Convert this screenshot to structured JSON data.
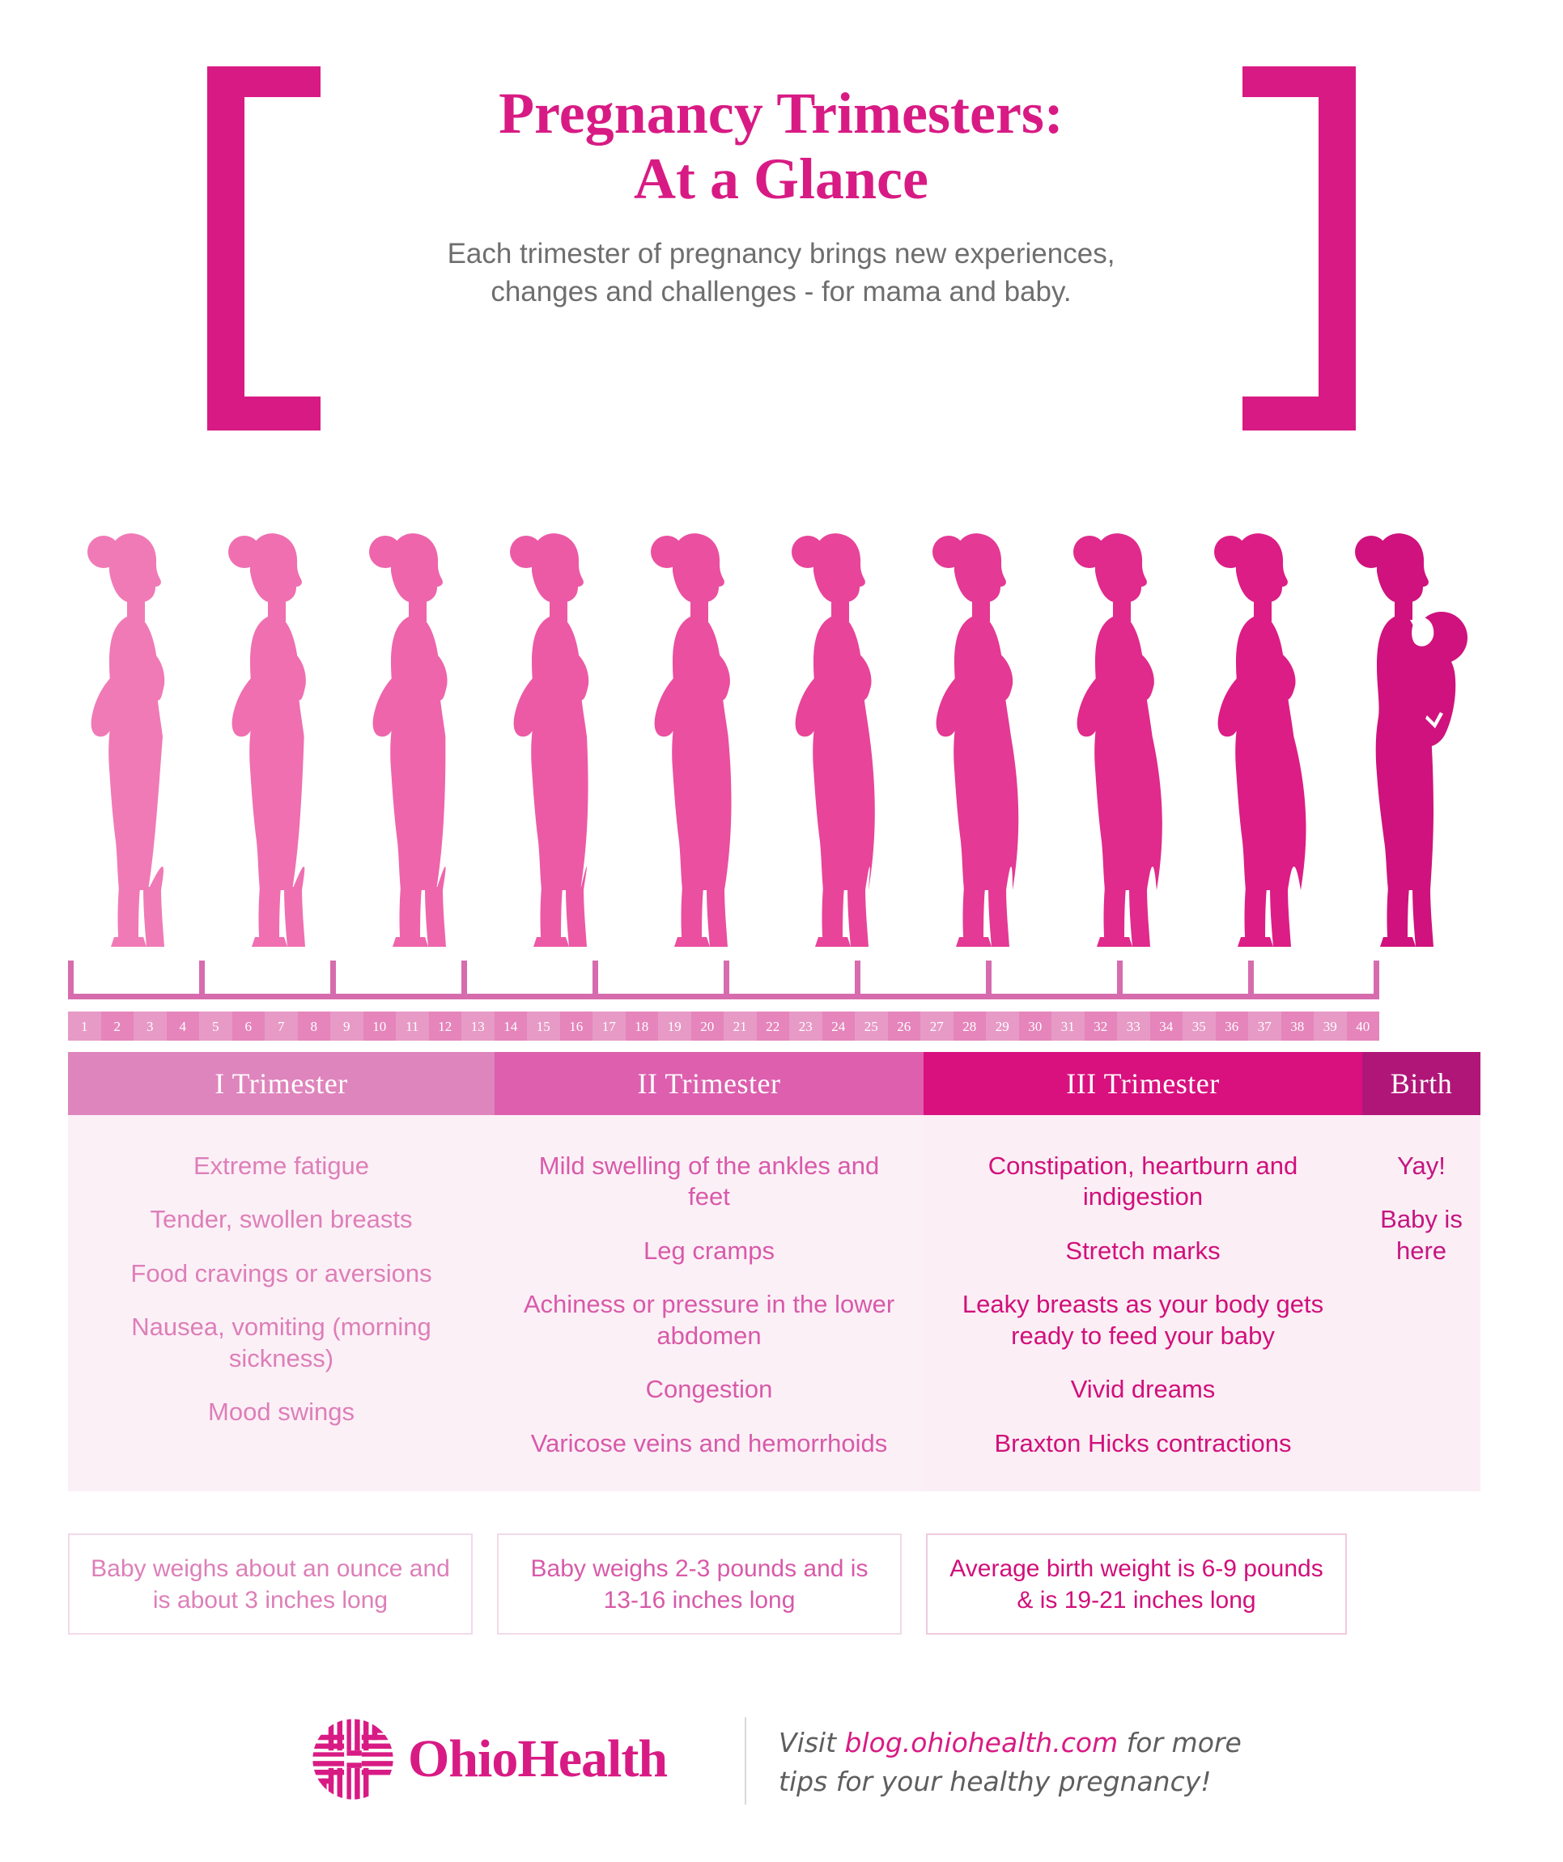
{
  "header": {
    "title_line1": "Pregnancy Trimesters:",
    "title_line2": "At a Glance",
    "subtitle_line1": "Each trimester of pregnancy brings new experiences,",
    "subtitle_line2": "changes and challenges - for mama and baby.",
    "bracket_color": "#d81b84",
    "title_color": "#d81b84",
    "subtitle_color": "#6e6e6e"
  },
  "timeline": {
    "weeks": [
      "1",
      "2",
      "3",
      "4",
      "5",
      "6",
      "7",
      "8",
      "9",
      "10",
      "11",
      "12",
      "13",
      "14",
      "15",
      "16",
      "17",
      "18",
      "19",
      "20",
      "21",
      "22",
      "23",
      "24",
      "25",
      "26",
      "27",
      "28",
      "29",
      "30",
      "31",
      "32",
      "33",
      "34",
      "35",
      "36",
      "37",
      "38",
      "39",
      "40"
    ],
    "week_colors": {
      "light": "#e79ac6",
      "dark": "#e585bb"
    },
    "tick_color": "#d66cad",
    "tick_count": 10
  },
  "figures": {
    "count": 10,
    "colors": [
      "#f07ab6",
      "#ef6fb1",
      "#ee65ab",
      "#ec5aa6",
      "#ea4fa0",
      "#e8449a",
      "#e43994",
      "#e02a8c",
      "#dc1d86",
      "#cf127d"
    ],
    "last_has_baby": true
  },
  "table": {
    "headers": [
      {
        "label": "I Trimester",
        "color": "#df85bd"
      },
      {
        "label": "II Trimester",
        "color": "#dd5fae"
      },
      {
        "label": "III Trimester",
        "color": "#d9117f"
      },
      {
        "label": "Birth",
        "color": "#b01678"
      }
    ],
    "columns": [
      {
        "name": "trimester-1",
        "text_color": "#dd7fb8",
        "symptoms": [
          "Extreme fatigue",
          "Tender, swollen breasts",
          "Food cravings or aversions",
          "Nausea, vomiting (morning sickness)",
          "Mood swings"
        ]
      },
      {
        "name": "trimester-2",
        "text_color": "#d85aa9",
        "symptoms": [
          "Mild swelling of the ankles and feet",
          "Leg cramps",
          "Achiness or pressure in the lower abdomen",
          "Congestion",
          "Varicose veins and hemorrhoids"
        ]
      },
      {
        "name": "trimester-3",
        "text_color": "#d1107b",
        "symptoms": [
          "Constipation, heartburn and indigestion",
          "Stretch marks",
          "Leaky breasts as your body gets ready to feed your baby",
          "Vivid dreams",
          "Braxton Hicks contractions"
        ]
      },
      {
        "name": "birth",
        "text_color": "#c51581",
        "symptoms": [
          "Yay!",
          "Baby is here"
        ]
      }
    ]
  },
  "weight_boxes": [
    {
      "name": "weight-trimester-1",
      "text": "Baby weighs about an ounce and is about 3 inches long",
      "color": "#dd7fb8"
    },
    {
      "name": "weight-trimester-2",
      "text": "Baby weighs 2-3 pounds and is 13-16 inches long",
      "color": "#d85aa9"
    },
    {
      "name": "weight-trimester-3",
      "text": "Average birth weight is 6-9 pounds & is 19-21 inches long",
      "color": "#d1107b"
    }
  ],
  "footer": {
    "logo_name": "OhioHealth",
    "logo_color": "#d81b84",
    "visit_prefix": "Visit ",
    "visit_url": "blog.ohiohealth.com",
    "visit_mid": " for more",
    "visit_line2": "tips for your healthy pregnancy!"
  }
}
